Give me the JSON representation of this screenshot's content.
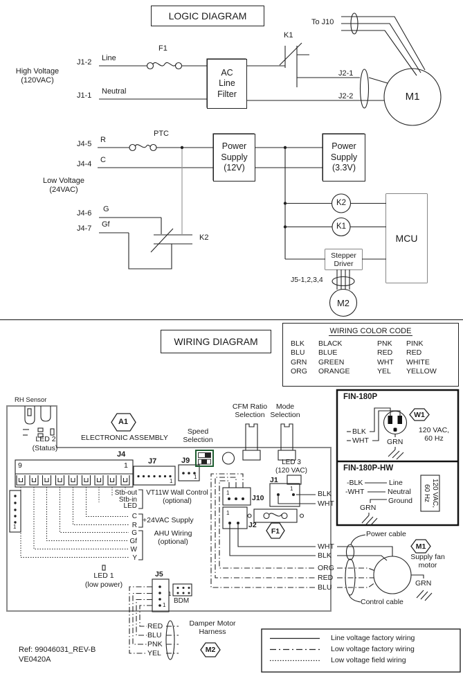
{
  "logic": {
    "title": "LOGIC DIAGRAM",
    "high_voltage": "High Voltage\n(120VAC)",
    "low_voltage": "Low Voltage\n(24VAC)",
    "j1_2": "J1-2",
    "line": "Line",
    "f1": "F1",
    "ac_line_filter": "AC\nLine\nFilter",
    "j1_1": "J1-1",
    "neutral": "Neutral",
    "k1_contact": "K1",
    "to_j10": "To J10",
    "j2_1": "J2-1",
    "j2_2": "J2-2",
    "m1": "M1",
    "j4_5": "J4-5",
    "r": "R",
    "ptc": "PTC",
    "ps12": "Power\nSupply\n(12V)",
    "j4_4": "J4-4",
    "c": "C",
    "ps33": "Power\nSupply\n(3.3V)",
    "j4_6": "J4-6",
    "g": "G",
    "j4_7": "J4-7",
    "gf": "Gf",
    "k2_contact": "K2",
    "k2_coil": "K2",
    "k1_coil": "K1",
    "mcu": "MCU",
    "stepper": "Stepper\nDriver",
    "j5_pins": "J5-1,2,3,4",
    "m2": "M2"
  },
  "wiring": {
    "title": "WIRING DIAGRAM",
    "color_code": {
      "heading": "WIRING COLOR CODE",
      "rows": [
        [
          "BLK",
          "BLACK",
          "PNK",
          "PINK"
        ],
        [
          "BLU",
          "BLUE",
          "RED",
          "RED"
        ],
        [
          "GRN",
          "GREEN",
          "WHT",
          "WHITE"
        ],
        [
          "ORG",
          "ORANGE",
          "YEL",
          "YELLOW"
        ]
      ]
    },
    "board": {
      "rh_sensor": "RH Sensor",
      "led2": "LED 2",
      "led2_sub": "(Status)",
      "a1": "A1",
      "assembly": "ELECTRONIC ASSEMBLY",
      "j4": "J4",
      "j4_9": "9",
      "j4_1": "1",
      "pin1": "1",
      "j7": "J7",
      "j9": "J9",
      "speed": "Speed\nSelection",
      "cfm": "CFM Ratio\nSelection",
      "mode": "Mode\nSelection",
      "led3": "LED 3\n(120 VAC)",
      "j1": "J1",
      "j10": "J10",
      "j2": "J2",
      "f1": "F1",
      "led1": "LED 1",
      "led1_sub": "(low power)",
      "j5": "J5",
      "bdm": "BDM",
      "stb_out": "Stb-out",
      "stb_in": "Stb-in",
      "led": "LED",
      "c": "C",
      "r": "R",
      "g": "G",
      "gf": "Gf",
      "w": "W",
      "y": "Y",
      "vt11w": "VT11W Wall Control\n(optional)",
      "supply24": "+24VAC Supply",
      "ahu": "AHU Wiring\n(optional)",
      "j1_blk": "BLK",
      "j1_wht": "WHT",
      "out_wht": "WHT",
      "out_blk": "BLK",
      "out_org": "ORG",
      "out_red": "RED",
      "out_blu": "BLU"
    },
    "harness": {
      "red": "RED",
      "blu": "BLU",
      "pnk": "PNK",
      "yel": "YEL",
      "label": "Damper Motor\nHarness",
      "m2": "M2"
    },
    "motor": {
      "power_cable": "Power cable",
      "m1": "M1",
      "label": "Supply fan\nmotor",
      "grn": "GRN",
      "control_cable": "Control cable"
    },
    "fin": {
      "p_title": "FIN-180P",
      "w1": "W1",
      "p_rating": "120 VAC,\n60 Hz",
      "p_blk": "BLK",
      "p_wht": "WHT",
      "p_grn": "GRN",
      "hw_title": "FIN-180P-HW",
      "hw_blk": "-BLK",
      "hw_wht": "-WHT",
      "hw_line": "Line",
      "hw_neutral": "Neutral",
      "hw_ground": "Ground",
      "hw_grn": "GRN",
      "hw_rating": "120 VAC,\n60 Hz"
    },
    "legend": {
      "line_voltage": "Line voltage factory wiring",
      "low_factory": "Low voltage factory wiring",
      "low_field": "Low voltage field wiring"
    }
  },
  "footer": {
    "ref": "Ref: 99046031_REV-B",
    "code": "VE0420A"
  }
}
